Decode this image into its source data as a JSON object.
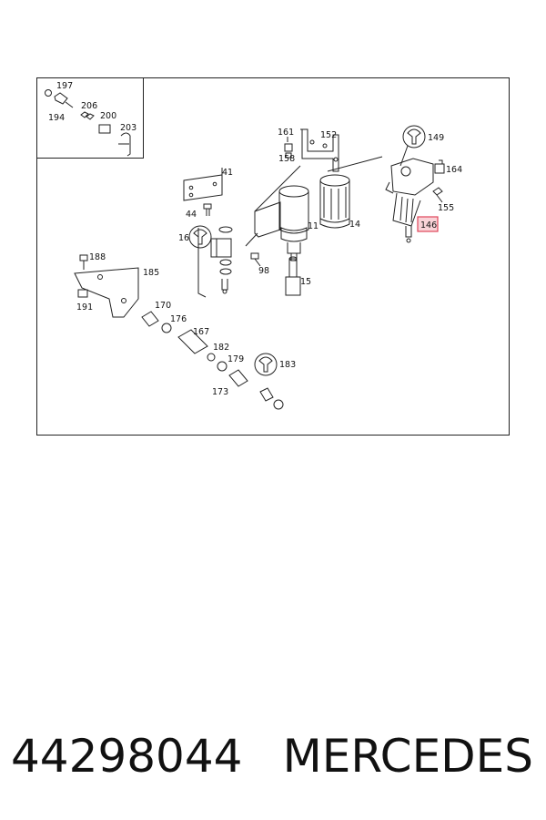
{
  "diagram": {
    "labels": {
      "l197": "197",
      "l206": "206",
      "l194": "194",
      "l200": "200",
      "l203": "203",
      "l161": "161",
      "l152": "152",
      "l158": "158",
      "l149": "149",
      "l164": "164",
      "l155": "155",
      "l146": "146",
      "l41": "41",
      "l44": "44",
      "l11": "11",
      "l14": "14",
      "l16": "16",
      "l98": "98",
      "l15": "15",
      "l188": "188",
      "l185": "185",
      "l191": "191",
      "l170": "170",
      "l176": "176",
      "l167": "167",
      "l182": "182",
      "l179": "179",
      "l183": "183",
      "l173": "173"
    },
    "highlight_color": "#e0455a"
  },
  "caption": {
    "part_number": "44298044",
    "brand": "MERCEDES"
  }
}
